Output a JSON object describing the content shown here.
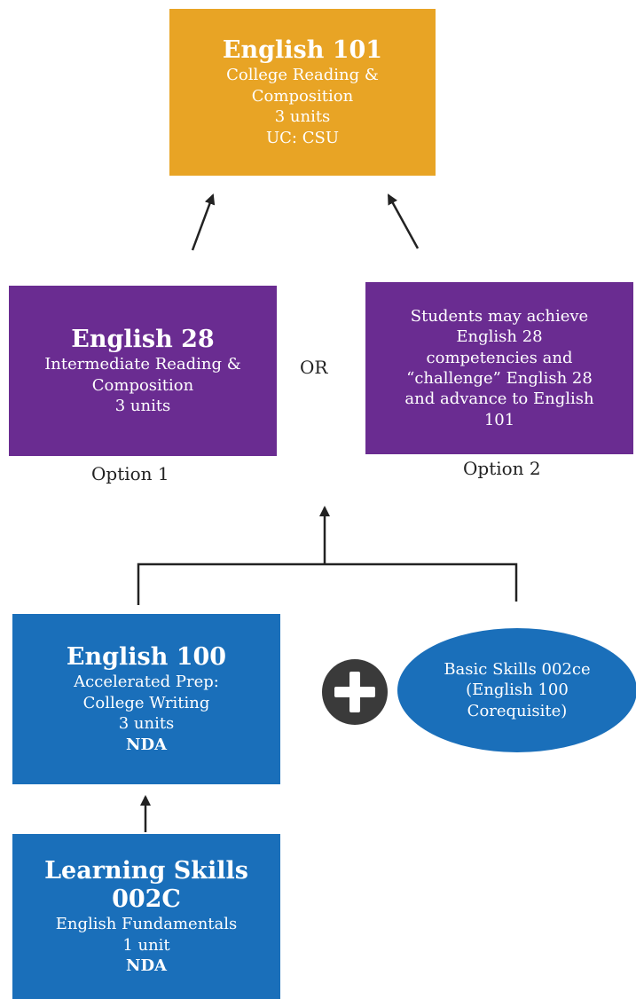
{
  "english101": {
    "title": "English 101",
    "line1": "College Reading &",
    "line2": "Composition",
    "line3": "3 units",
    "line4": "UC: CSU",
    "color": "#e8a425"
  },
  "english28": {
    "title": "English 28",
    "line1": "Intermediate Reading &",
    "line2": "Composition",
    "line3": "3 units",
    "color": "#6a2c91"
  },
  "challenge": {
    "line1": "Students may achieve",
    "line2": "English 28",
    "line3": "competencies and",
    "line4": "“challenge” English 28",
    "line5": "and advance to English",
    "line6": "101",
    "color": "#6a2c91"
  },
  "or_label": "OR",
  "option1": "Option 1",
  "option2": "Option 2",
  "english100": {
    "title": "English 100",
    "line1": "Accelerated Prep:",
    "line2": "College Writing",
    "line3": "3 units",
    "line4": "NDA",
    "color": "#1a6fba"
  },
  "basic_skills": {
    "line1": "Basic Skills 002ce",
    "line2": "(English 100",
    "line3": "Corequisite)",
    "color": "#1a6fba"
  },
  "learning_skills": {
    "title_line1": "Learning Skills",
    "title_line2": "002C",
    "line1": "English Fundamentals",
    "line2": "1 unit",
    "line3": "NDA",
    "color": "#1a6fba"
  },
  "icons": {
    "plus": "plus-circle-icon",
    "arrow": "arrow-icon"
  }
}
